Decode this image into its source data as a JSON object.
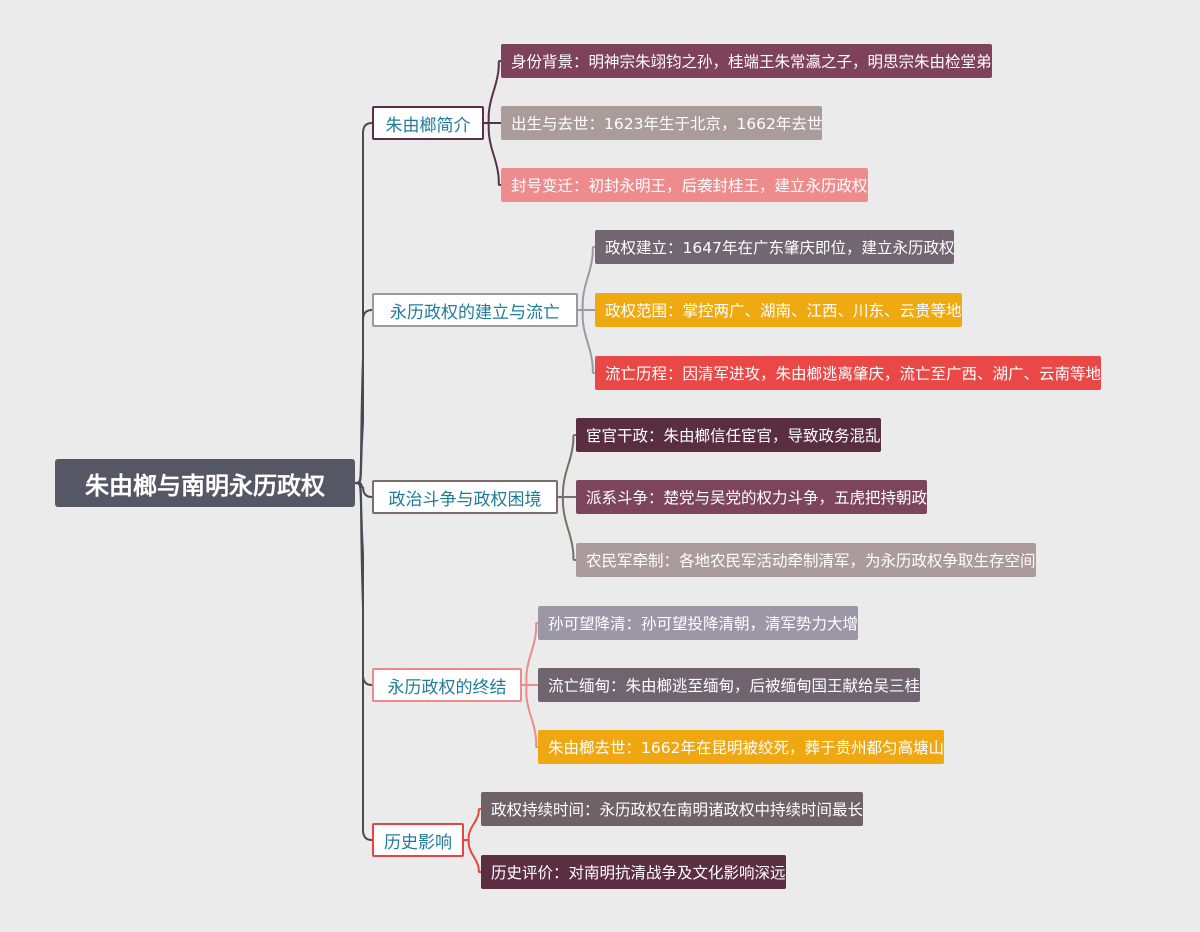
{
  "root": {
    "label": "朱由榔与南明永历政权"
  },
  "branches": [
    {
      "label": "朱由榔简介",
      "color": "#5b2f45",
      "leaves": [
        {
          "text": "身份背景：明神宗朱翊钧之孙，桂端王朱常瀛之子，明思宗朱由检堂弟",
          "color": "#7e4358"
        },
        {
          "text": "出生与去世：1623年生于北京，1662年去世",
          "color": "#a99c9b"
        },
        {
          "text": "封号变迁：初封永明王，后袭封桂王，建立永历政权",
          "color": "#ee8b8c"
        }
      ]
    },
    {
      "label": "永历政权的建立与流亡",
      "color": "#9c98a7",
      "leaves": [
        {
          "text": "政权建立：1647年在广东肇庆即位，建立永历政权",
          "color": "#716672"
        },
        {
          "text": "政权范围：掌控两广、湖南、江西、川东、云贵等地",
          "color": "#eeaa10"
        },
        {
          "text": "流亡历程：因清军进攻，朱由榔逃离肇庆，流亡至广西、湖广、云南等地",
          "color": "#ea4847"
        }
      ]
    },
    {
      "label": "政治斗争与政权困境",
      "color": "#7b6c6a",
      "leaves": [
        {
          "text": "宦官干政：朱由榔信任宦官，导致政务混乱",
          "color": "#5a2e41"
        },
        {
          "text": "派系斗争：楚党与吴党的权力斗争，五虎把持朝政",
          "color": "#7d4559"
        },
        {
          "text": "农民军牵制：各地农民军活动牵制清军，为永历政权争取生存空间",
          "color": "#ab9c9b"
        }
      ]
    },
    {
      "label": "永历政权的终结",
      "color": "#ef8a8a",
      "leaves": [
        {
          "text": "孙可望降清：孙可望投降清朝，清军势力大增",
          "color": "#9b97a6"
        },
        {
          "text": "流亡缅甸：朱由榔逃至缅甸，后被缅甸国王献给吴三桂",
          "color": "#6f6470"
        },
        {
          "text": "朱由榔去世：1662年在昆明被绞死，葬于贵州都匀高塘山",
          "color": "#f0a812"
        }
      ]
    },
    {
      "label": "历史影响",
      "color": "#e94343",
      "leaves": [
        {
          "text": "政权持续时间：永历政权在南明诸政权中持续时间最长",
          "color": "#6f6266"
        },
        {
          "text": "历史评价：对南明抗清战争及文化影响深远",
          "color": "#5b2e42"
        }
      ]
    }
  ]
}
